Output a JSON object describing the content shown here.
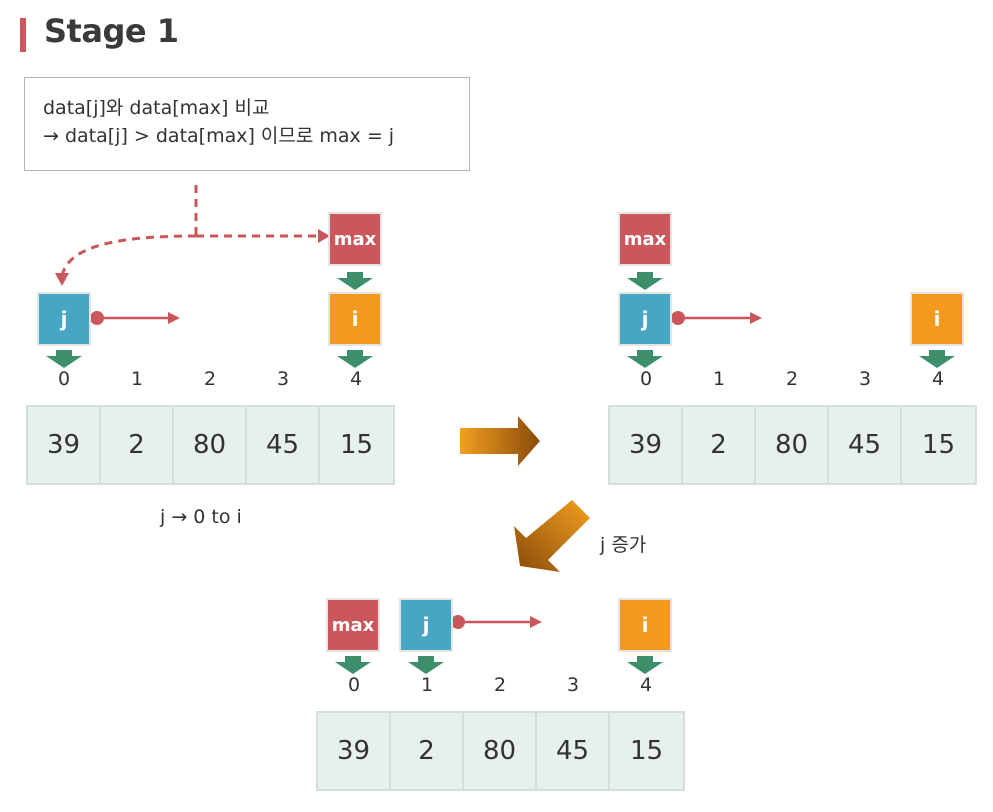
{
  "title": "Stage 1",
  "note": {
    "line1": "data[j]와 data[max] 비교",
    "line2": "→ data[j] > data[max] 이므로 max = j"
  },
  "array": {
    "indices": [
      "0",
      "1",
      "2",
      "3",
      "4"
    ],
    "values": [
      "39",
      "2",
      "80",
      "45",
      "15"
    ]
  },
  "pointers": {
    "j_label": "j",
    "i_label": "i",
    "max_label": "max"
  },
  "captions": {
    "range": "j → 0 to i",
    "increment": "j 증가"
  },
  "colors": {
    "accent_red": "#c9575b",
    "j_blue": "#48a6c5",
    "i_orange": "#f39a1e",
    "arrow_green": "#3d8f6c",
    "cell_bg": "#e6f0ec",
    "step_arrow": "#c27a12"
  }
}
